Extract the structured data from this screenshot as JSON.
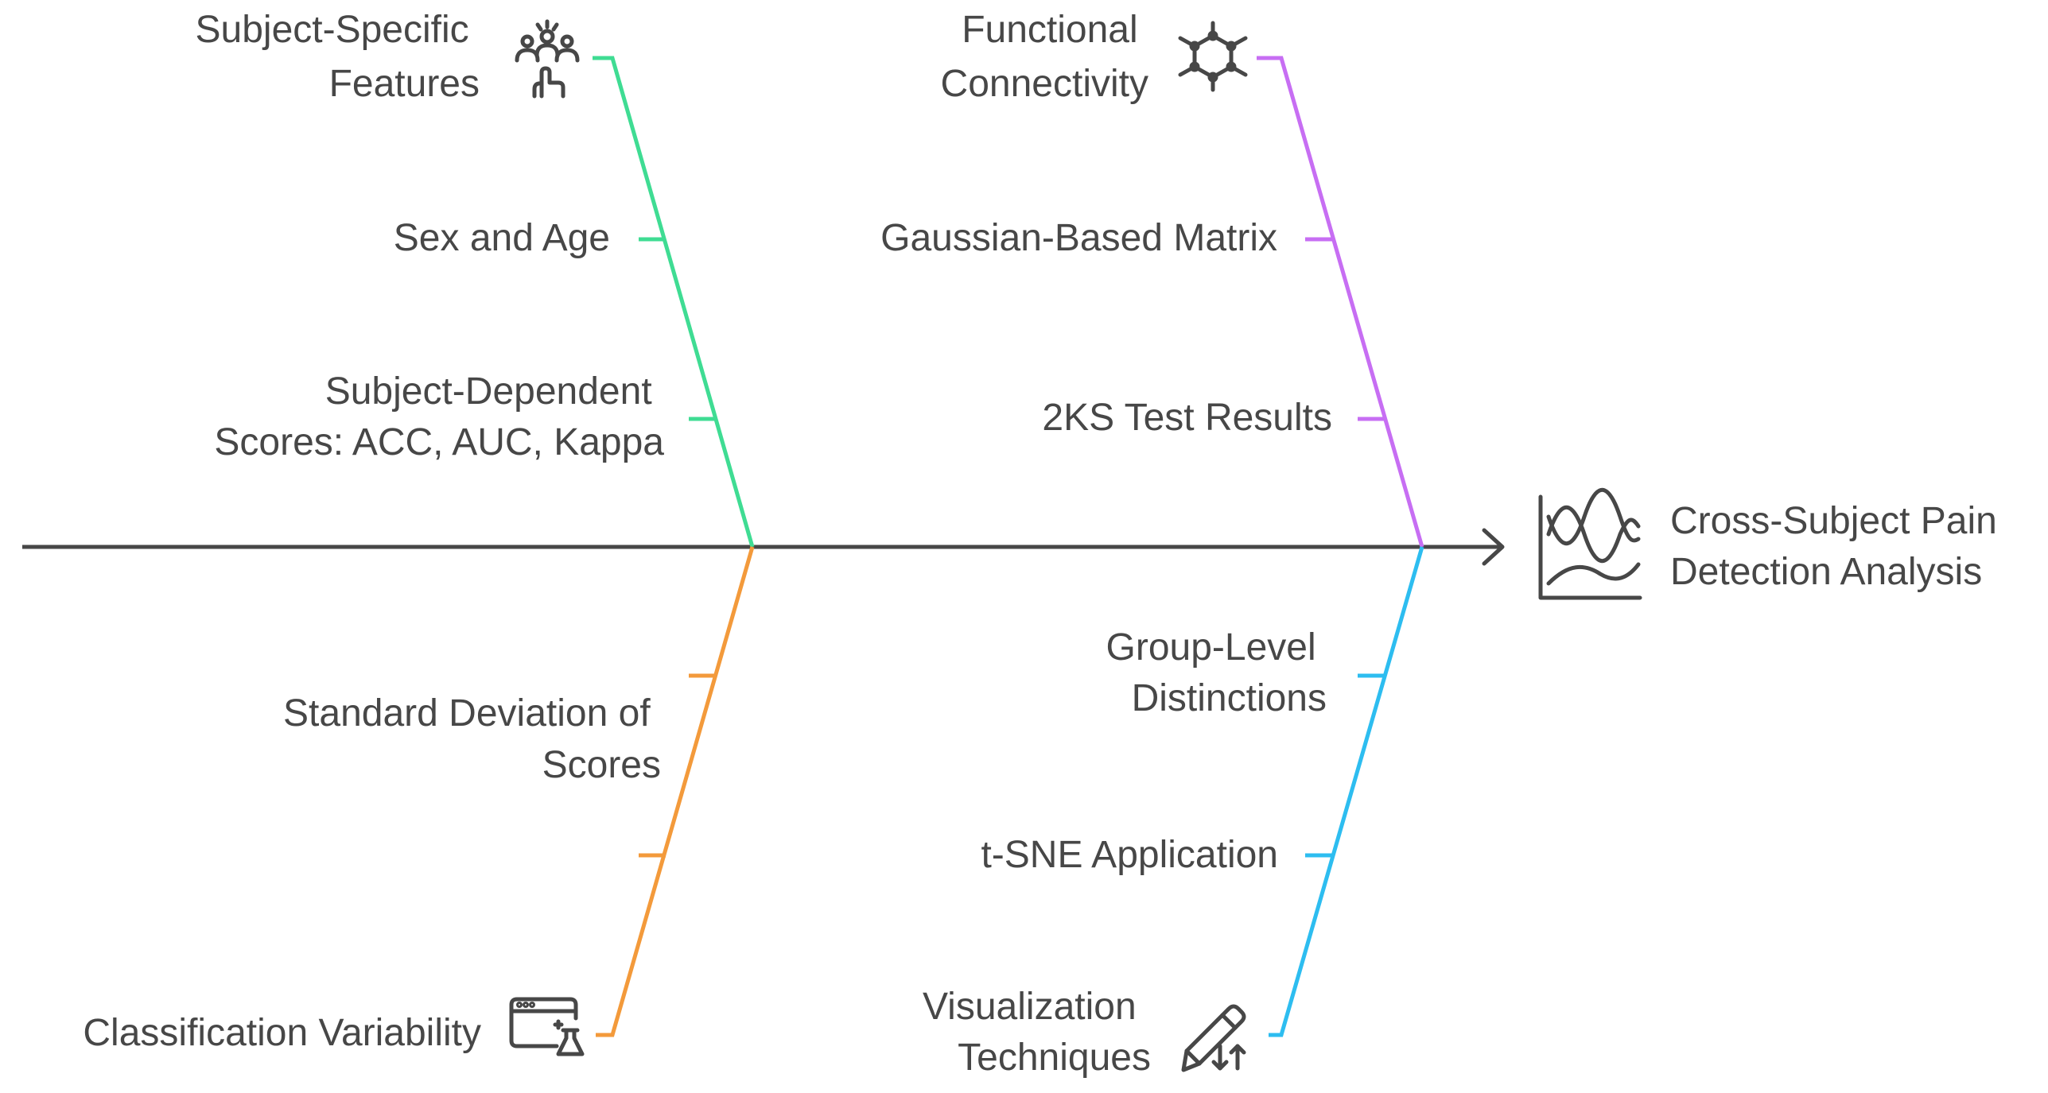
{
  "outcome": {
    "lines": [
      "Cross-Subject Pain",
      "Detection Analysis"
    ],
    "icon": "wave-chart-icon"
  },
  "categories": {
    "subject_specific": {
      "title": [
        "Subject-Specific",
        "Features"
      ],
      "icon": "people-tap-icon",
      "color": "#3fdc93",
      "causes": [
        {
          "lines": [
            "Sex and Age"
          ]
        },
        {
          "lines": [
            "Subject-Dependent",
            "Scores: ACC, AUC, Kappa"
          ]
        }
      ]
    },
    "functional_connectivity": {
      "title": [
        "Functional",
        "Connectivity"
      ],
      "icon": "molecule-network-icon",
      "color": "#c76ef3",
      "causes": [
        {
          "lines": [
            "Gaussian-Based Matrix"
          ]
        },
        {
          "lines": [
            "2KS Test Results"
          ]
        }
      ]
    },
    "classification_variability": {
      "title": [
        "Classification Variability"
      ],
      "icon": "window-flask-icon",
      "color": "#f39a3b",
      "causes": [
        {
          "lines": [
            "Standard Deviation of",
            "Scores"
          ]
        },
        {
          "lines": []
        }
      ]
    },
    "visualization_techniques": {
      "title": [
        "Visualization",
        "Techniques"
      ],
      "icon": "pencil-arrows-icon",
      "color": "#2dbdf0",
      "causes": [
        {
          "lines": [
            "Group-Level",
            "Distinctions"
          ]
        },
        {
          "lines": [
            "t-SNE Application"
          ]
        }
      ]
    }
  },
  "spine_color": "#474747"
}
